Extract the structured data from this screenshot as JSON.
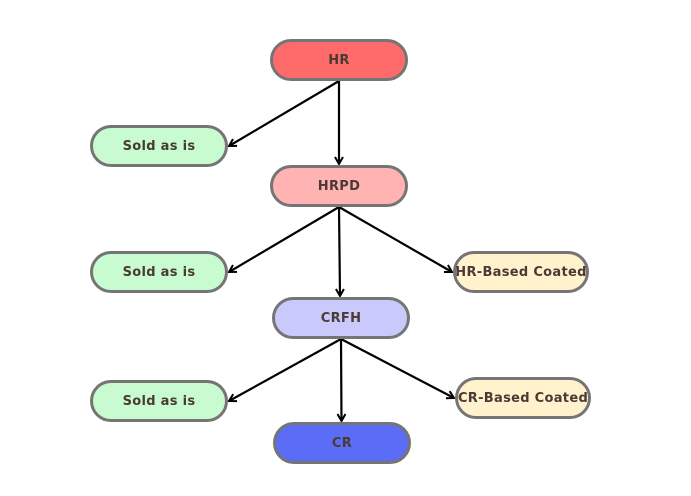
{
  "nodes": {
    "hr": {
      "label": "HR",
      "color": "#ff6b6b"
    },
    "sold1": {
      "label": "Sold as is",
      "color": "#c8fbd0"
    },
    "hrpd": {
      "label": "HRPD",
      "color": "#ffb3b3"
    },
    "sold2": {
      "label": "Sold as is",
      "color": "#c8fbd0"
    },
    "hrcoated": {
      "label": "HR-Based Coated",
      "color": "#fff2cc"
    },
    "crfh": {
      "label": "CRFH",
      "color": "#c9c9fb"
    },
    "sold3": {
      "label": "Sold as is",
      "color": "#c8fbd0"
    },
    "crcoated": {
      "label": "CR-Based Coated",
      "color": "#fff2cc"
    },
    "cr": {
      "label": "CR",
      "color": "#5b6cf7"
    }
  },
  "edges": [
    {
      "from": "hr",
      "to": "sold1"
    },
    {
      "from": "hr",
      "to": "hrpd"
    },
    {
      "from": "hrpd",
      "to": "sold2"
    },
    {
      "from": "hrpd",
      "to": "crfh"
    },
    {
      "from": "hrpd",
      "to": "hrcoated"
    },
    {
      "from": "crfh",
      "to": "sold3"
    },
    {
      "from": "crfh",
      "to": "cr"
    },
    {
      "from": "crfh",
      "to": "crcoated"
    }
  ],
  "edge_color": "#000000",
  "border_color": "#757575"
}
